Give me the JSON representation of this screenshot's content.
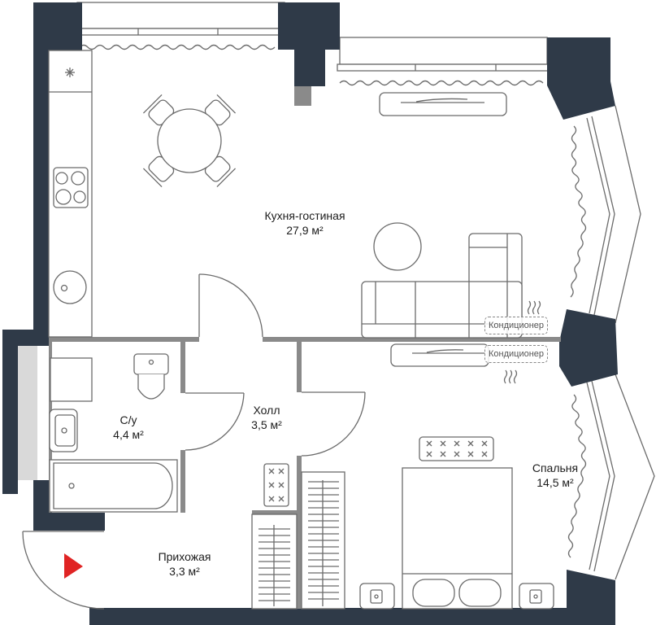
{
  "rooms": {
    "kitchen_living": {
      "name": "Кухня-гостиная",
      "area": "27,9 м²"
    },
    "bathroom": {
      "name": "С/у",
      "area": "4,4 м²"
    },
    "hall": {
      "name": "Холл",
      "area": "3,5 м²"
    },
    "bedroom": {
      "name": "Спальня",
      "area": "14,5 м²"
    },
    "entrance": {
      "name": "Прихожая",
      "area": "3,3 м²"
    }
  },
  "air_conditioners": [
    "Кондиционер",
    "Кондиционер"
  ],
  "colors": {
    "wall": "#2f3a48",
    "entrance_marker": "#e02424",
    "partition": "#8a8a8a"
  }
}
